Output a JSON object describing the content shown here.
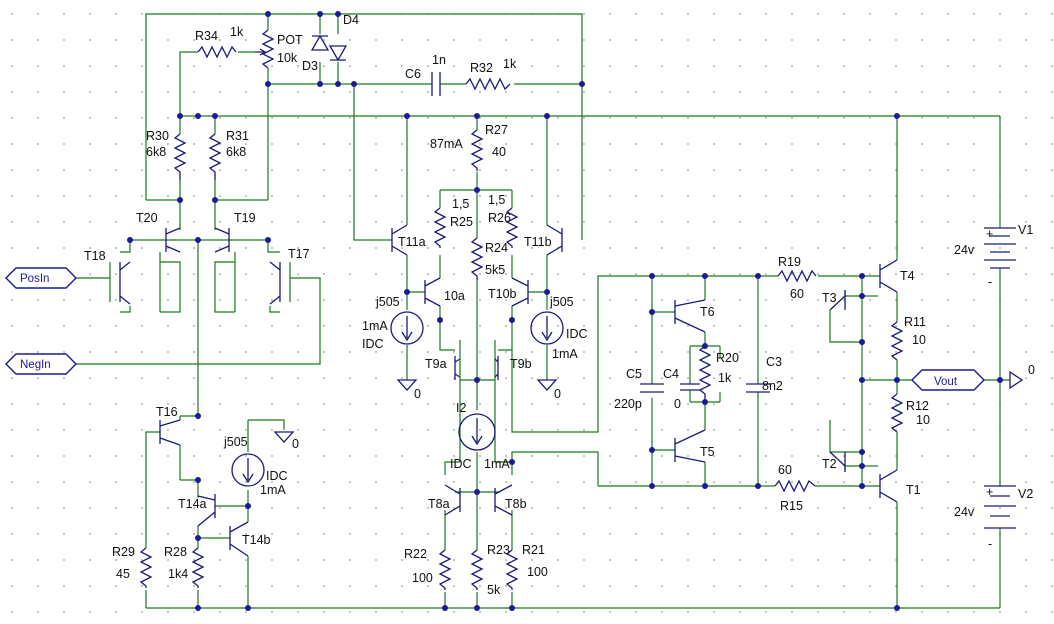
{
  "ports": {
    "pos_in": "PosIn",
    "neg_in": "NegIn",
    "v_out": "Vout"
  },
  "labels": {
    "R34": "R34",
    "R34_val": "1k",
    "POT": "POT",
    "POT_val": "10k",
    "D3": "D3",
    "D4": "D4",
    "C6": "C6",
    "C6_val": "1n",
    "R32": "R32",
    "R32_val": "1k",
    "R30": "R30",
    "R30_val": "6k8",
    "R31": "R31",
    "R31_val": "6k8",
    "R27": "R27",
    "R27_cur": "87mA",
    "R27_val": "40",
    "R25": "R25",
    "R25_val": "1,5",
    "R26": "R26",
    "R26_val": "1,5",
    "R24": "R24",
    "R24_val": "5k5",
    "T20": "T20",
    "T19": "T19",
    "T18": "T18",
    "T17": "T17",
    "T11a": "T11a",
    "T11b": "T11b",
    "T10a": "10a",
    "T10b": "T10b",
    "T9a": "T9a",
    "T9b": "T9b",
    "T8a": "T8a",
    "T8b": "T8b",
    "T16": "T16",
    "T14a": "T14a",
    "T14b": "T14b",
    "T6": "T6",
    "T5": "T5",
    "T4": "T4",
    "T3": "T3",
    "T2": "T2",
    "T1": "T1",
    "J1": "j505",
    "J1_cur": "1mA",
    "J1_type": "IDC",
    "J2": "j505",
    "J2_type": "IDC",
    "J2_cur": "1mA",
    "J3": "j505",
    "J3_type": "IDC",
    "J3_cur": "1mA",
    "I2": "I2",
    "I2_type": "IDC",
    "I2_cur": "1mA",
    "R22": "R22",
    "R22_val": "100",
    "R23": "R23",
    "R23_val": "5k",
    "R21": "R21",
    "R21_val": "100",
    "R29": "R29",
    "R29_val": "45",
    "R28": "R28",
    "R28_val": "1k4",
    "R19": "R19",
    "R19_val": "60",
    "R15": "R15",
    "R15_val": "60",
    "R20": "R20",
    "R20_val": "1k",
    "R11": "R11",
    "R11_val": "10",
    "R12": "R12",
    "R12_val": "10",
    "C5": "C5",
    "C5_val": "220p",
    "C4": "C4",
    "C4_val": "0",
    "C3": "C3",
    "C3_val": "8n2",
    "V1": "V1",
    "V1_val": "24v",
    "V2": "V2",
    "V2_val": "24v",
    "gnd0": "0",
    "plus": "+",
    "minus": "-"
  }
}
